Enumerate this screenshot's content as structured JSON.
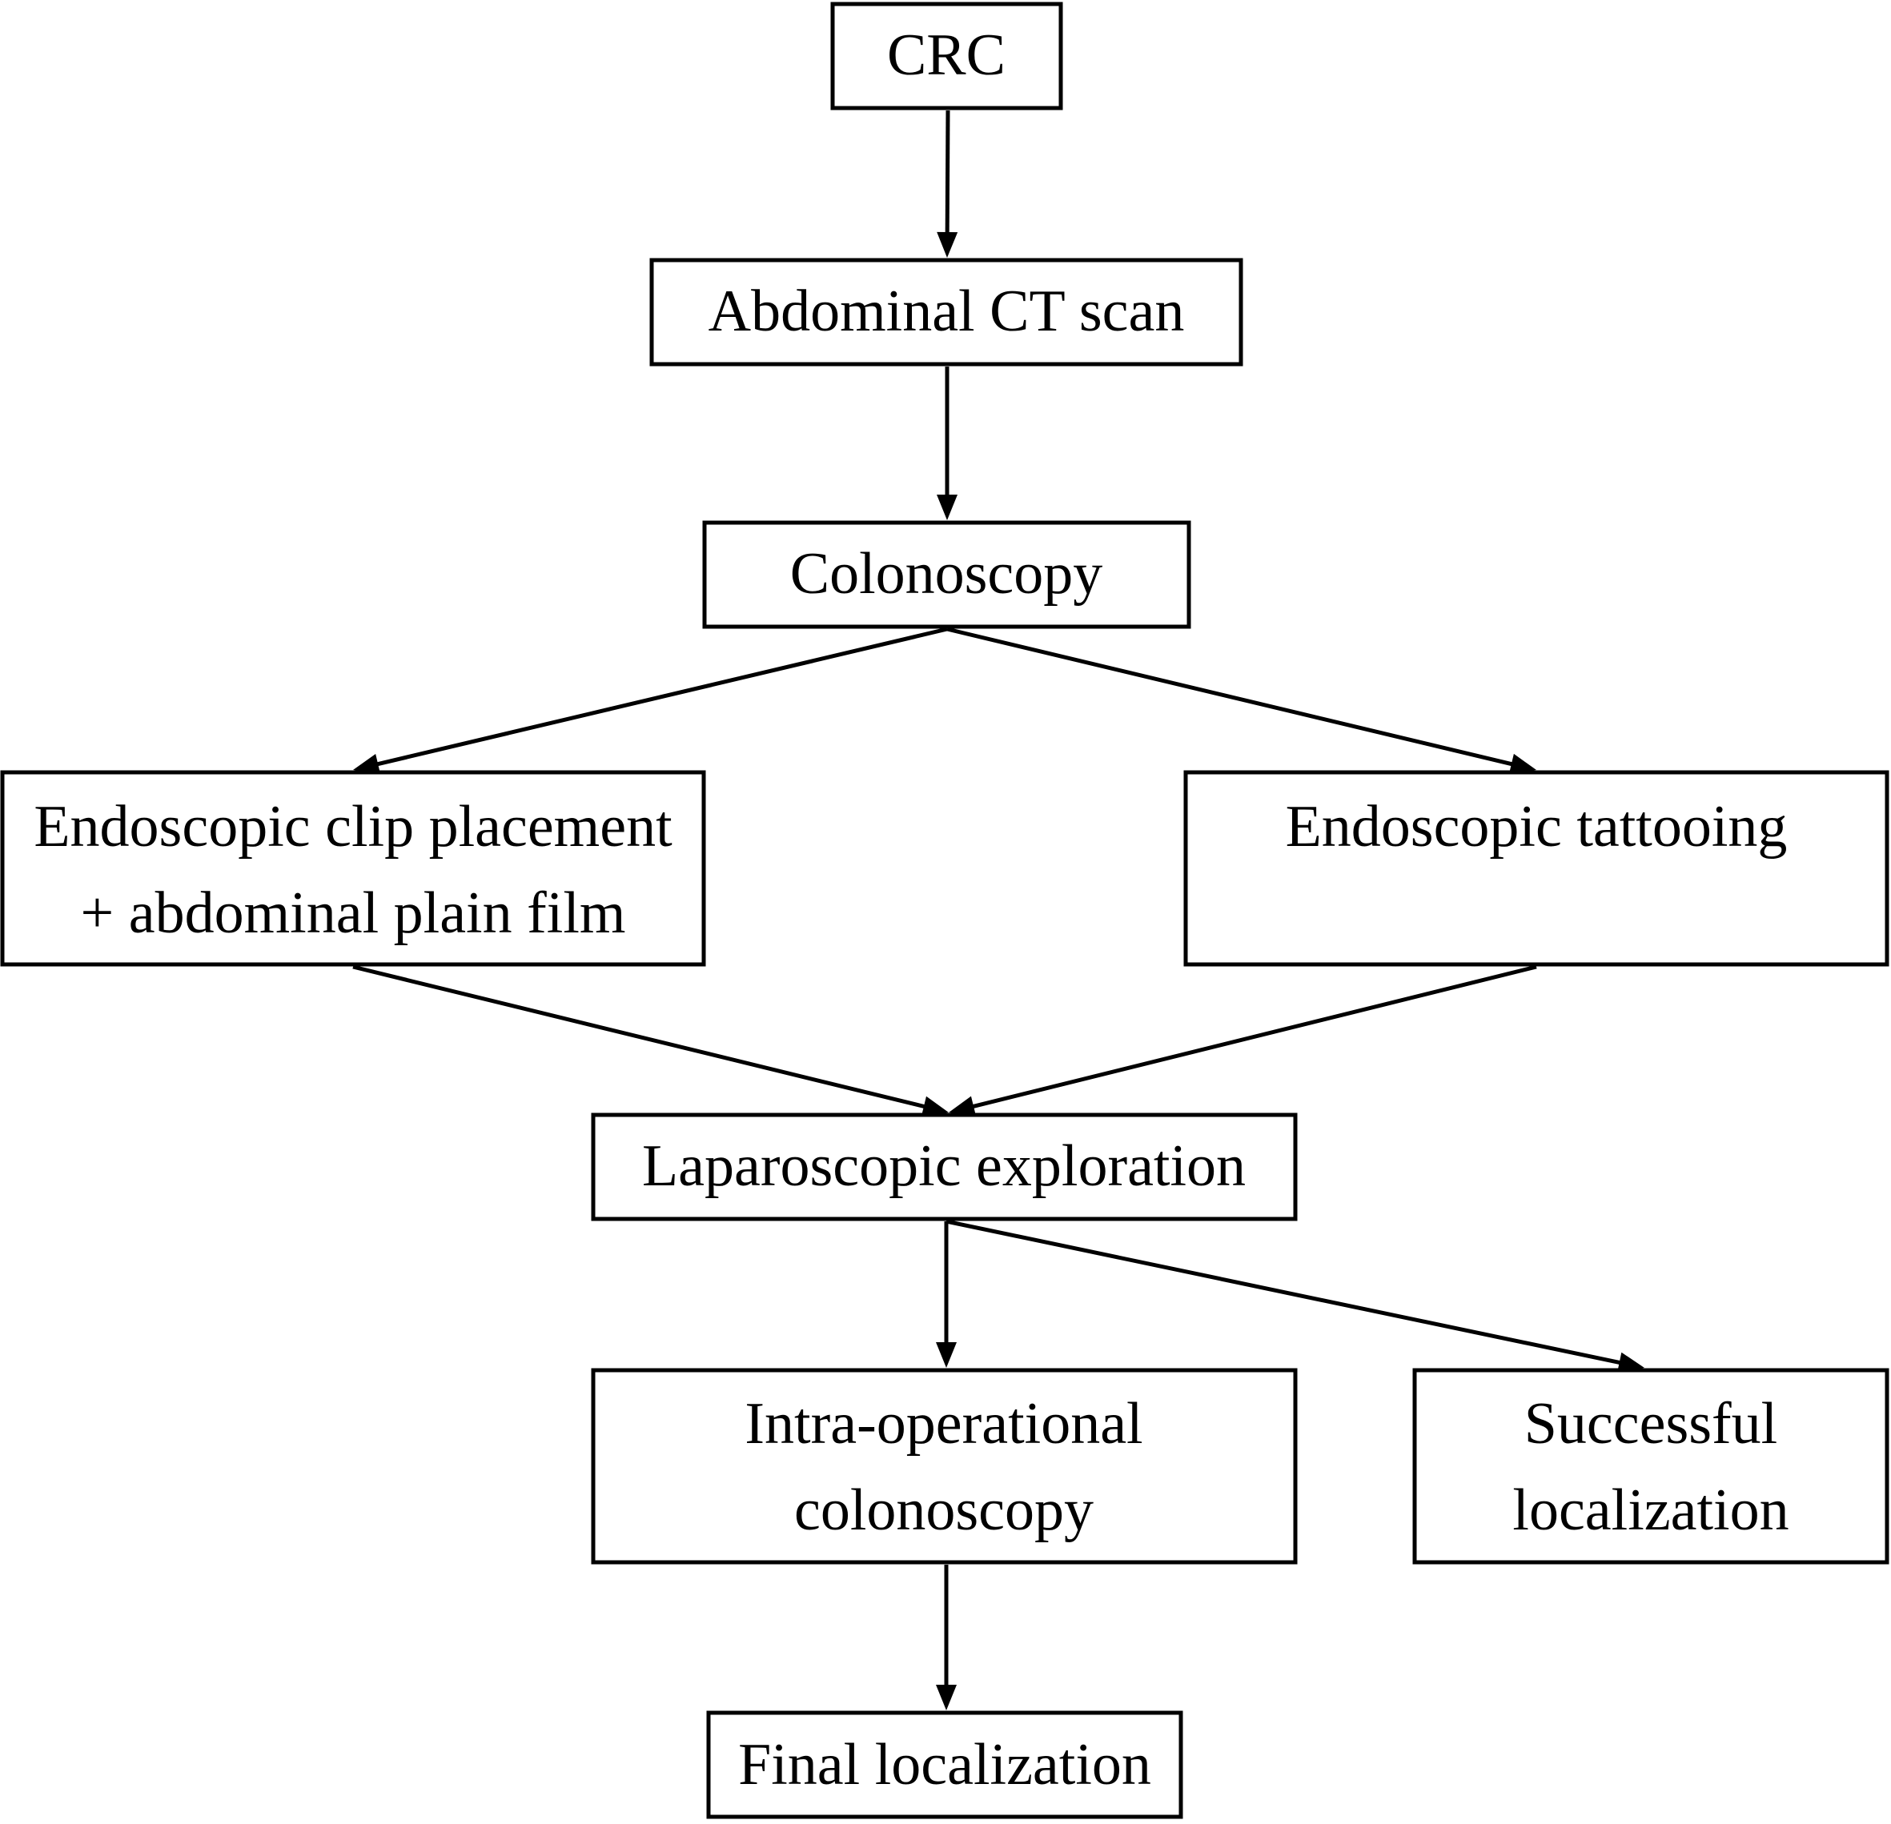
{
  "diagram": {
    "type": "flowchart",
    "nodes": {
      "crc": {
        "lines": [
          "CRC"
        ]
      },
      "ct_scan": {
        "lines": [
          "Abdominal CT scan"
        ]
      },
      "colonoscopy": {
        "lines": [
          "Colonoscopy"
        ]
      },
      "clip_placement": {
        "lines": [
          "Endoscopic clip placement",
          "+ abdominal plain film"
        ]
      },
      "tattooing": {
        "lines": [
          "Endoscopic tattooing"
        ]
      },
      "laparoscopic": {
        "lines": [
          "Laparoscopic exploration"
        ]
      },
      "intraop": {
        "lines": [
          "Intra-operational",
          "colonoscopy"
        ]
      },
      "successful": {
        "lines": [
          "Successful",
          "localization"
        ]
      },
      "final": {
        "lines": [
          "Final localization"
        ]
      }
    },
    "edges": [
      {
        "from": "crc",
        "to": "ct_scan"
      },
      {
        "from": "ct_scan",
        "to": "colonoscopy"
      },
      {
        "from": "colonoscopy",
        "to": "clip_placement"
      },
      {
        "from": "colonoscopy",
        "to": "tattooing"
      },
      {
        "from": "clip_placement",
        "to": "laparoscopic"
      },
      {
        "from": "tattooing",
        "to": "laparoscopic"
      },
      {
        "from": "laparoscopic",
        "to": "intraop"
      },
      {
        "from": "laparoscopic",
        "to": "successful"
      },
      {
        "from": "intraop",
        "to": "final"
      }
    ]
  }
}
